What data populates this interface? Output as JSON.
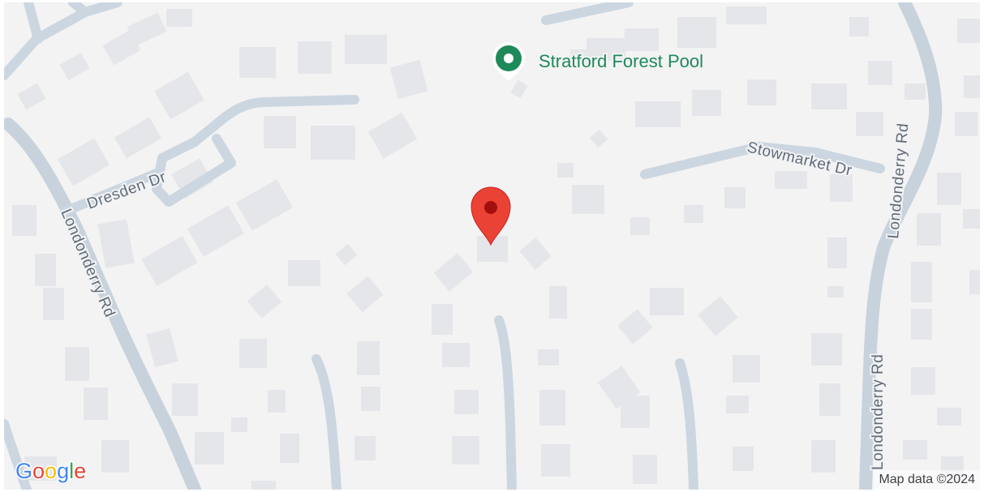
{
  "map": {
    "poi": {
      "label": "Stratford Forest Pool",
      "icon": "pool-place-pin-icon",
      "color": "#1e8a5a"
    },
    "streets": {
      "dresden": "Dresden Dr",
      "stowmarket": "Stowmarket Dr",
      "londonderry_left": "Londonderry Rd",
      "londonderry_right_top": "Londonderry Rd",
      "londonderry_right_bottom": "Londonderry Rd"
    },
    "marker": {
      "icon": "location-pin-icon",
      "color": "#ea4335"
    },
    "attribution": "Map data ©2024",
    "logo": {
      "letters": [
        "G",
        "o",
        "o",
        "g",
        "l",
        "e"
      ],
      "colors": [
        "#4285f4",
        "#ea4335",
        "#fbbc05",
        "#4285f4",
        "#34a853",
        "#ea4335"
      ]
    }
  }
}
